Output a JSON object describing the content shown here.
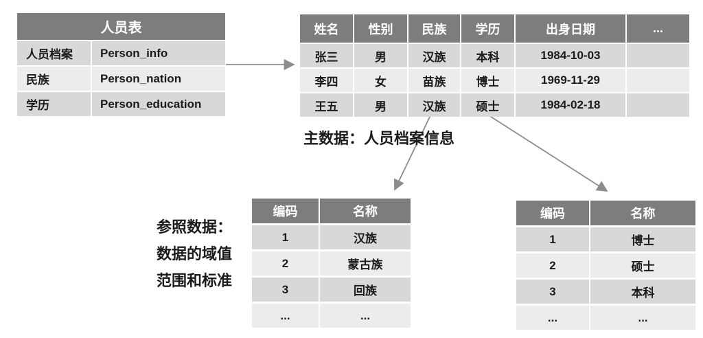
{
  "colors": {
    "header_bg": "#7d7d7d",
    "row_dark": "#d8d8d8",
    "row_light": "#ececec",
    "arrow": "#8c8c8c",
    "header_text": "#ffffff",
    "body_text": "#1b1b1b"
  },
  "schema_table": {
    "title": "人员表",
    "rows": [
      {
        "label": "人员档案",
        "value": "Person_info"
      },
      {
        "label": "民族",
        "value": "Person_nation"
      },
      {
        "label": "学历",
        "value": "Person_education"
      }
    ]
  },
  "master_table": {
    "headers": [
      "姓名",
      "性别",
      "民族",
      "学历",
      "出身日期",
      "..."
    ],
    "rows": [
      [
        "张三",
        "男",
        "汉族",
        "本科",
        "1984-10-03",
        ""
      ],
      [
        "李四",
        "女",
        "苗族",
        "博士",
        "1969-11-29",
        ""
      ],
      [
        "王五",
        "男",
        "汉族",
        "硕士",
        "1984-02-18",
        ""
      ]
    ]
  },
  "master_label": "主数据：人员档案信息",
  "reference_label_lines": [
    "参照数据：",
    "数据的域值",
    "范围和标准"
  ],
  "nation_table": {
    "headers": [
      "编码",
      "名称"
    ],
    "rows": [
      [
        "1",
        "汉族"
      ],
      [
        "2",
        "蒙古族"
      ],
      [
        "3",
        "回族"
      ],
      [
        "...",
        "..."
      ]
    ]
  },
  "education_table": {
    "headers": [
      "编码",
      "名称"
    ],
    "rows": [
      [
        "1",
        "博士"
      ],
      [
        "2",
        "硕士"
      ],
      [
        "3",
        "本科"
      ],
      [
        "...",
        "..."
      ]
    ]
  }
}
